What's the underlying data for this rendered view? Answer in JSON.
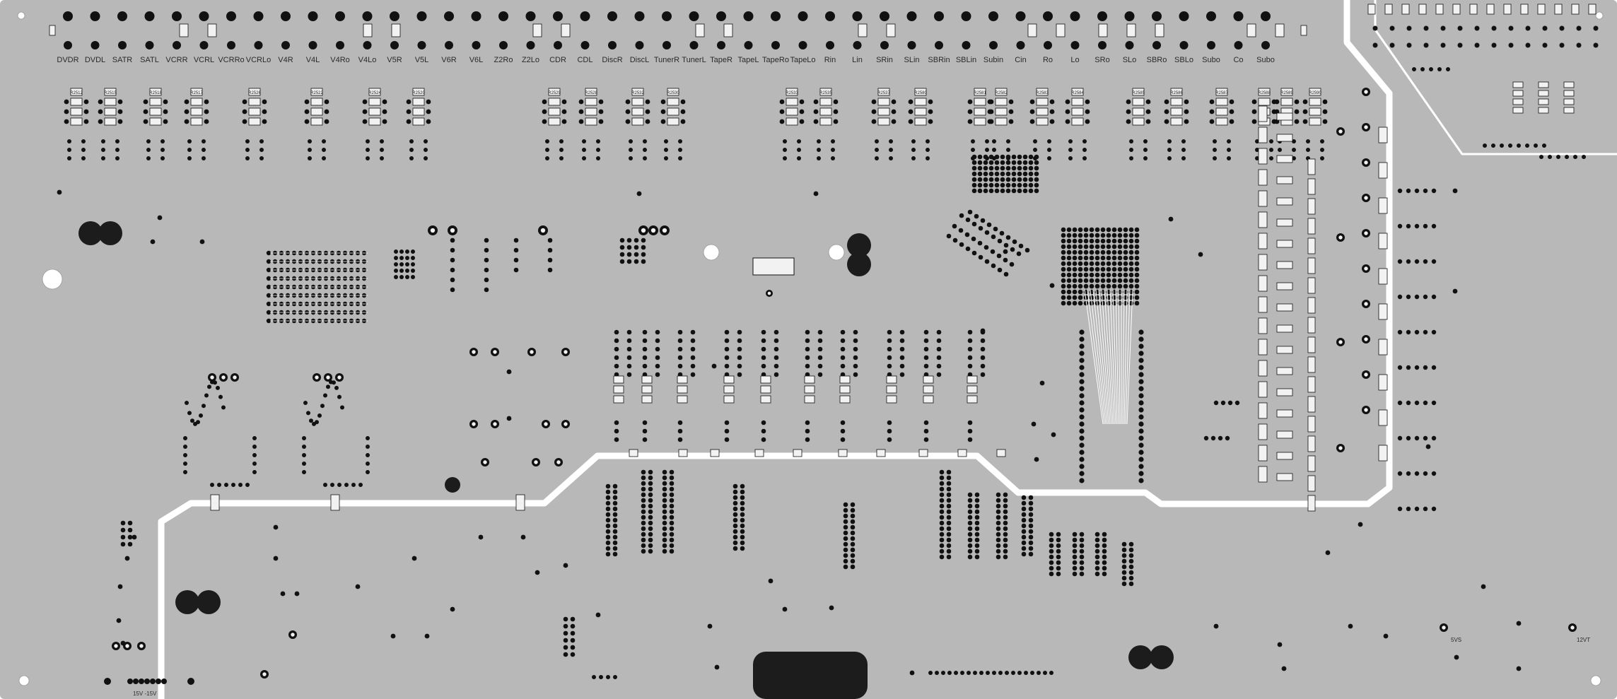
{
  "board": {
    "colors": {
      "board": "#b8b8b8",
      "trace": "#ffffff",
      "pad": "#111111",
      "hole": "#ffffff",
      "outline": "#ffffff",
      "text": "#222222",
      "smd": "#f2f2f2",
      "blob": "#1c1c1c"
    }
  },
  "connector_labels": [
    "DVDR",
    "DVDL",
    "SATR",
    "SATL",
    "VCRR",
    "VCRL",
    "VCRRo",
    "VCRLo",
    "V4R",
    "V4L",
    "V4Ro",
    "V4Lo",
    "V5R",
    "V5L",
    "V6R",
    "V6L",
    "Z2Ro",
    "Z2Lo",
    "CDR",
    "CDL",
    "DiscR",
    "DiscL",
    "TunerR",
    "TunerL",
    "TapeR",
    "TapeL",
    "TapeRo",
    "TapeLo",
    "Rin",
    "Lin",
    "SRin",
    "SLin",
    "SBRin",
    "SBLin",
    "Subin",
    "Cin",
    "Ro",
    "Lo",
    "SRo",
    "SLo",
    "SBRo",
    "SBLo",
    "Subo",
    "Co",
    "Subo"
  ],
  "resistor_labels": [
    "R2512",
    "R2515",
    "R2518",
    "R2517",
    "R2526",
    "R2522",
    "R2524",
    "R2520",
    "R2529",
    "R2528",
    "R2532",
    "R2530",
    "R2533",
    "R2535",
    "R2537",
    "R2580",
    "R2581",
    "R2582",
    "R2583",
    "R2584",
    "R2585",
    "R2586",
    "R2587",
    "R2588",
    "R2589",
    "R2590"
  ],
  "power_labels": {
    "supply_pair": "15V  -15V",
    "five_vs": "5VS",
    "twelve_vt": "12VT"
  }
}
